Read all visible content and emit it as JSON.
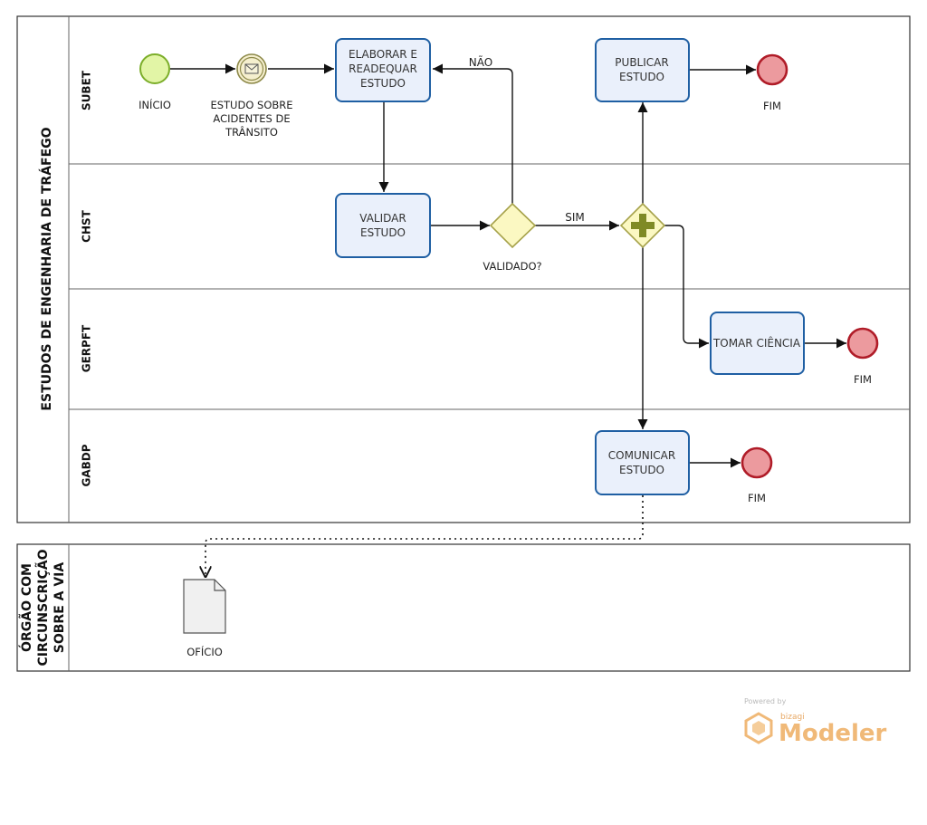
{
  "pools": {
    "main_title": "ESTUDOS DE ENGENHARIA DE TRÁFEGO",
    "external_title_lines": [
      "ÓRGÃO COM",
      "CIRCUNSCRIÇÃO",
      "SOBRE A VIA"
    ]
  },
  "lanes": [
    "SUBET",
    "CHST",
    "GERPFT",
    "GABDP"
  ],
  "events": {
    "start_label": "INÍCIO",
    "message_label_lines": [
      "ESTUDO SOBRE",
      "ACIDENTES DE",
      "TRÂNSITO"
    ],
    "end_label": "FIM"
  },
  "tasks": {
    "elaborar_lines": [
      "ELABORAR E",
      "READEQUAR",
      "ESTUDO"
    ],
    "publicar_lines": [
      "PUBLICAR",
      "ESTUDO"
    ],
    "validar_lines": [
      "VALIDAR",
      "ESTUDO"
    ],
    "tomar": "TOMAR CIÊNCIA",
    "comunicar_lines": [
      "COMUNICAR",
      "ESTUDO"
    ]
  },
  "gateways": {
    "decision_label": "VALIDADO?",
    "yes_label": "SIM",
    "no_label": "NÃO"
  },
  "artifacts": {
    "document_label": "OFÍCIO"
  },
  "branding": {
    "powered_by": "Powered by",
    "vendor": "bizagi",
    "product": "Modeler"
  },
  "colors": {
    "task_fill": "#eaf0fb",
    "task_stroke": "#1f5fa3",
    "start_fill": "#e2f5a6",
    "start_stroke": "#7cae2a",
    "end_fill": "#ec9a9e",
    "end_stroke": "#b01c28",
    "gateway_fill": "#fbf8c2",
    "gateway_stroke": "#a6a24a",
    "plus_color": "#7f8a25"
  }
}
